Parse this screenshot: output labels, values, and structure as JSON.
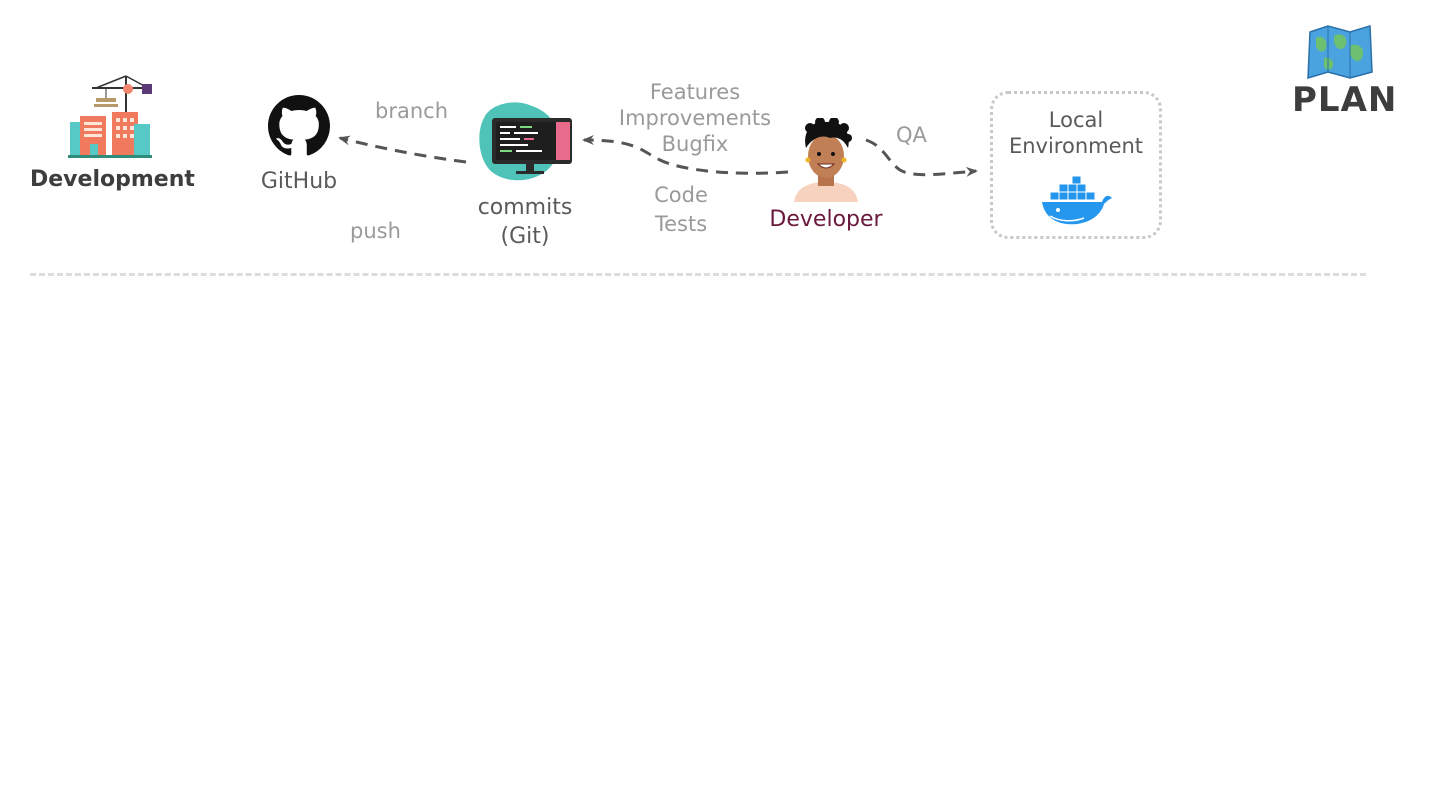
{
  "stage": {
    "section_label": "Development",
    "phase_label": "PLAN"
  },
  "nodes": {
    "github_label": "GitHub",
    "commits_label_line1": "commits",
    "commits_label_line2": "(Git)",
    "developer_label": "Developer",
    "local_env_line1": "Local",
    "local_env_line2": "Environment"
  },
  "edges": {
    "branch_label": "branch",
    "push_label": "push",
    "features_line1": "Features",
    "features_line2": "Improvements",
    "features_line3": "Bugfix",
    "code_line1": "Code",
    "code_line2": "Tests",
    "qa_label": "QA"
  },
  "icons": {
    "development": "building-crane-icon",
    "github": "github-octocat-icon",
    "commits": "monitor-code-icon",
    "developer": "developer-avatar-icon",
    "local_env": "docker-whale-icon",
    "plan": "map-icon"
  },
  "colors": {
    "developer_label": "#6a1a3c",
    "arrow": "#555555",
    "teal_blob": "#4fc3b8",
    "docker_blue": "#2496ed"
  }
}
